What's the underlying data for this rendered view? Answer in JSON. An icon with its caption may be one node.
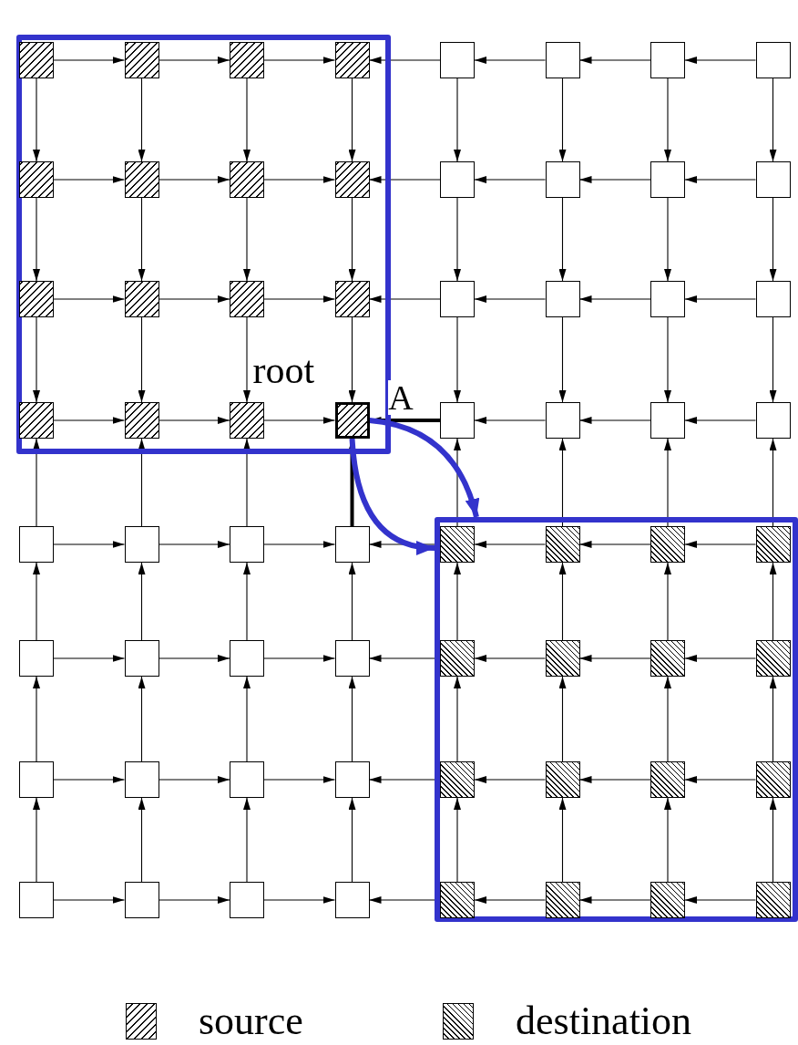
{
  "diagram": {
    "nodes": [
      {
        "text": [],
        "shape": "box"
      },
      {
        "text": [],
        "shape": "box"
      },
      {
        "text": [],
        "shape": "box",
        "in": 0
      },
      {
        "text": [],
        "shape": "box",
        "in": 0
      },
      {
        "text": [],
        "shape": "box",
        "in": 0
      },
      {
        "text": [],
        "shape": "box",
        "in": 0
      },
      {
        "text": [],
        "shape": "box"
      },
      {
        "text": [],
        "shape": "box"
      },
      {
        "text": [],
        "shape": "box"
      },
      {
        "text": [],
        "shape": "box"
      },
      {
        "text": [],
        "shape": "box",
        "in": 0
      },
      {
        "text": [],
        "shape": "box",
        "in": 0
      },
      {
        "text": [],
        "shape": "box",
        "in": 0
      },
      {
        "text": [],
        "shape": "box",
        "in": 0
      },
      {
        "text": [],
        "shape": "box"
      },
      {
        "text": [],
        "shape": "box"
      },
      {
        "text": [],
        "shape": "box"
      },
      {
        "text": [],
        "shape": "box"
      },
      {
        "text": [],
        "shape": "box",
        "in": 0
      },
      {
        "text": [],
        "shape": "box",
        "in": 0
      },
      {
        "text": [],
        "shape": "box",
        "in": 0
      },
      {
        "text": [],
        "shape": "box",
        "in": 0
      },
      {
        "text": [],
        "shape": "box"
      },
      {
        "text": [],
        "shape": "box"
      },
      {
        "text": [],
        "shape": "box"
      },
      {
        "text": [],
        "shape": "box"
      },
      {
        "text": [],
        "shape": "box",
        "in": 0
      },
      {
        "text": [],
        "shape": "box",
        "in": 0
      },
      {
        "text": [],
        "shape": "box",
        "in": 0
      },
      {
        "text": [],
        "shape": "box",
        "in": 0,
        "beside": [
          "root"
        ]
      },
      {
        "text": [],
        "shape": "box"
      },
      {
        "text": [],
        "shape": "box"
      },
      {
        "text": [],
        "shape": "box"
      },
      {
        "text": [],
        "shape": "box"
      },
      {
        "text": [],
        "shape": "box"
      },
      {
        "text": [],
        "shape": "box"
      },
      {
        "text": [],
        "shape": "box"
      },
      {
        "text": [],
        "shape": "box"
      },
      {
        "text": [],
        "shape": "box",
        "in": 1
      },
      {
        "text": [],
        "shape": "box",
        "in": 1
      },
      {
        "text": [],
        "shape": "box",
        "in": 1
      },
      {
        "text": [],
        "shape": "box",
        "in": 1
      },
      {
        "text": [],
        "shape": "box"
      },
      {
        "text": [],
        "shape": "box"
      },
      {
        "text": [],
        "shape": "box"
      },
      {
        "text": [],
        "shape": "box"
      },
      {
        "text": [],
        "shape": "box",
        "in": 1
      },
      {
        "text": [],
        "shape": "box",
        "in": 1
      },
      {
        "text": [],
        "shape": "box",
        "in": 1
      },
      {
        "text": [],
        "shape": "box",
        "in": 1
      },
      {
        "text": [],
        "shape": "box"
      },
      {
        "text": [],
        "shape": "box"
      },
      {
        "text": [],
        "shape": "box"
      },
      {
        "text": [],
        "shape": "box"
      },
      {
        "text": [],
        "shape": "box",
        "in": 1
      },
      {
        "text": [],
        "shape": "box",
        "in": 1
      },
      {
        "text": [],
        "shape": "box",
        "in": 1
      },
      {
        "text": [],
        "shape": "box",
        "in": 1
      },
      {
        "text": [],
        "shape": "box"
      },
      {
        "text": [],
        "shape": "box"
      },
      {
        "text": [],
        "shape": "box"
      },
      {
        "text": [],
        "shape": "box"
      },
      {
        "text": [],
        "shape": "box",
        "in": 1
      },
      {
        "text": [],
        "shape": "box",
        "in": 1
      },
      {
        "text": [],
        "shape": "box",
        "in": 1
      },
      {
        "text": [],
        "shape": "box",
        "in": 1
      }
    ],
    "edges": [
      {
        "from": 2,
        "to": 3,
        "arrow": "to"
      },
      {
        "from": 3,
        "to": 4,
        "arrow": "to"
      },
      {
        "from": 4,
        "to": 5,
        "arrow": "to"
      },
      {
        "from": 6,
        "to": 5,
        "arrow": "to"
      },
      {
        "from": 7,
        "to": 6,
        "arrow": "to"
      },
      {
        "from": 8,
        "to": 7,
        "arrow": "to"
      },
      {
        "from": 9,
        "to": 8,
        "arrow": "to"
      },
      {
        "from": 10,
        "to": 11,
        "arrow": "to"
      },
      {
        "from": 11,
        "to": 12,
        "arrow": "to"
      },
      {
        "from": 12,
        "to": 13,
        "arrow": "to"
      },
      {
        "from": 14,
        "to": 13,
        "arrow": "to"
      },
      {
        "from": 15,
        "to": 14,
        "arrow": "to"
      },
      {
        "from": 16,
        "to": 15,
        "arrow": "to"
      },
      {
        "from": 17,
        "to": 16,
        "arrow": "to"
      },
      {
        "from": 18,
        "to": 19,
        "arrow": "to"
      },
      {
        "from": 19,
        "to": 20,
        "arrow": "to"
      },
      {
        "from": 20,
        "to": 21,
        "arrow": "to"
      },
      {
        "from": 22,
        "to": 21,
        "arrow": "to"
      },
      {
        "from": 23,
        "to": 22,
        "arrow": "to"
      },
      {
        "from": 24,
        "to": 23,
        "arrow": "to"
      },
      {
        "from": 25,
        "to": 24,
        "arrow": "to"
      },
      {
        "from": 26,
        "to": 27,
        "arrow": "to"
      },
      {
        "from": 27,
        "to": 28,
        "arrow": "to"
      },
      {
        "from": 28,
        "to": 29,
        "arrow": "to"
      },
      {
        "from": 30,
        "to": 29,
        "arrow": "to",
        "label": "A",
        "style": "thick"
      },
      {
        "from": 31,
        "to": 30,
        "arrow": "to"
      },
      {
        "from": 32,
        "to": 31,
        "arrow": "to"
      },
      {
        "from": 33,
        "to": 32,
        "arrow": "to"
      },
      {
        "from": 34,
        "to": 35,
        "arrow": "to"
      },
      {
        "from": 35,
        "to": 36,
        "arrow": "to"
      },
      {
        "from": 36,
        "to": 37,
        "arrow": "to"
      },
      {
        "from": 38,
        "to": 37,
        "arrow": "to"
      },
      {
        "from": 39,
        "to": 38,
        "arrow": "to"
      },
      {
        "from": 40,
        "to": 39,
        "arrow": "to"
      },
      {
        "from": 41,
        "to": 40,
        "arrow": "to"
      },
      {
        "from": 42,
        "to": 43,
        "arrow": "to"
      },
      {
        "from": 43,
        "to": 44,
        "arrow": "to"
      },
      {
        "from": 44,
        "to": 45,
        "arrow": "to"
      },
      {
        "from": 46,
        "to": 45,
        "arrow": "to"
      },
      {
        "from": 47,
        "to": 46,
        "arrow": "to"
      },
      {
        "from": 48,
        "to": 47,
        "arrow": "to"
      },
      {
        "from": 49,
        "to": 48,
        "arrow": "to"
      },
      {
        "from": 50,
        "to": 51,
        "arrow": "to"
      },
      {
        "from": 51,
        "to": 52,
        "arrow": "to"
      },
      {
        "from": 52,
        "to": 53,
        "arrow": "to"
      },
      {
        "from": 54,
        "to": 53,
        "arrow": "to"
      },
      {
        "from": 55,
        "to": 54,
        "arrow": "to"
      },
      {
        "from": 56,
        "to": 55,
        "arrow": "to"
      },
      {
        "from": 57,
        "to": 56,
        "arrow": "to"
      },
      {
        "from": 58,
        "to": 59,
        "arrow": "to"
      },
      {
        "from": 59,
        "to": 60,
        "arrow": "to"
      },
      {
        "from": 60,
        "to": 61,
        "arrow": "to"
      },
      {
        "from": 62,
        "to": 61,
        "arrow": "to"
      },
      {
        "from": 63,
        "to": 62,
        "arrow": "to"
      },
      {
        "from": 64,
        "to": 63,
        "arrow": "to"
      },
      {
        "from": 65,
        "to": 64,
        "arrow": "to"
      },
      {
        "from": 2,
        "to": 10,
        "arrow": "to"
      },
      {
        "from": 10,
        "to": 18,
        "arrow": "to"
      },
      {
        "from": 18,
        "to": 26,
        "arrow": "to"
      },
      {
        "from": 34,
        "to": 26,
        "arrow": "to"
      },
      {
        "from": 42,
        "to": 34,
        "arrow": "to"
      },
      {
        "from": 50,
        "to": 42,
        "arrow": "to"
      },
      {
        "from": 58,
        "to": 50,
        "arrow": "to"
      },
      {
        "from": 3,
        "to": 11,
        "arrow": "to"
      },
      {
        "from": 11,
        "to": 19,
        "arrow": "to"
      },
      {
        "from": 19,
        "to": 27,
        "arrow": "to"
      },
      {
        "from": 35,
        "to": 27,
        "arrow": "to"
      },
      {
        "from": 43,
        "to": 35,
        "arrow": "to"
      },
      {
        "from": 51,
        "to": 43,
        "arrow": "to"
      },
      {
        "from": 59,
        "to": 51,
        "arrow": "to"
      },
      {
        "from": 4,
        "to": 12,
        "arrow": "to"
      },
      {
        "from": 12,
        "to": 20,
        "arrow": "to"
      },
      {
        "from": 20,
        "to": 28,
        "arrow": "to"
      },
      {
        "from": 36,
        "to": 28,
        "arrow": "to"
      },
      {
        "from": 44,
        "to": 36,
        "arrow": "to"
      },
      {
        "from": 52,
        "to": 44,
        "arrow": "to"
      },
      {
        "from": 60,
        "to": 52,
        "arrow": "to"
      },
      {
        "from": 5,
        "to": 13,
        "arrow": "to"
      },
      {
        "from": 13,
        "to": 21,
        "arrow": "to"
      },
      {
        "from": 21,
        "to": 29,
        "arrow": "to"
      },
      {
        "from": 37,
        "to": 29,
        "arrow": "to",
        "style": "thick"
      },
      {
        "from": 45,
        "to": 37,
        "arrow": "to"
      },
      {
        "from": 53,
        "to": 45,
        "arrow": "to"
      },
      {
        "from": 61,
        "to": 53,
        "arrow": "to"
      },
      {
        "from": 6,
        "to": 14,
        "arrow": "to"
      },
      {
        "from": 14,
        "to": 22,
        "arrow": "to"
      },
      {
        "from": 22,
        "to": 30,
        "arrow": "to"
      },
      {
        "from": 38,
        "to": 30,
        "arrow": "to"
      },
      {
        "from": 46,
        "to": 38,
        "arrow": "to"
      },
      {
        "from": 54,
        "to": 46,
        "arrow": "to"
      },
      {
        "from": 62,
        "to": 54,
        "arrow": "to"
      },
      {
        "from": 7,
        "to": 15,
        "arrow": "to"
      },
      {
        "from": 15,
        "to": 23,
        "arrow": "to"
      },
      {
        "from": 23,
        "to": 31,
        "arrow": "to"
      },
      {
        "from": 39,
        "to": 31,
        "arrow": "to"
      },
      {
        "from": 47,
        "to": 39,
        "arrow": "to"
      },
      {
        "from": 55,
        "to": 47,
        "arrow": "to"
      },
      {
        "from": 63,
        "to": 55,
        "arrow": "to"
      },
      {
        "from": 8,
        "to": 16,
        "arrow": "to"
      },
      {
        "from": 16,
        "to": 24,
        "arrow": "to"
      },
      {
        "from": 24,
        "to": 32,
        "arrow": "to"
      },
      {
        "from": 40,
        "to": 32,
        "arrow": "to"
      },
      {
        "from": 48,
        "to": 40,
        "arrow": "to"
      },
      {
        "from": 56,
        "to": 48,
        "arrow": "to"
      },
      {
        "from": 64,
        "to": 56,
        "arrow": "to"
      },
      {
        "from": 9,
        "to": 17,
        "arrow": "to"
      },
      {
        "from": 17,
        "to": 25,
        "arrow": "to"
      },
      {
        "from": 25,
        "to": 33,
        "arrow": "to"
      },
      {
        "from": 41,
        "to": 33,
        "arrow": "to"
      },
      {
        "from": 49,
        "to": 41,
        "arrow": "to"
      },
      {
        "from": 57,
        "to": 49,
        "arrow": "to"
      },
      {
        "from": 65,
        "to": 57,
        "arrow": "to"
      },
      {
        "from": 29,
        "to": 1,
        "arrow": "to",
        "style": "thick",
        "color": "#3333cc"
      },
      {
        "from": 29,
        "to": 1,
        "arrow": "to",
        "style": "thick",
        "color": "#3333cc"
      }
    ],
    "legend": [
      {
        "text": "source"
      },
      {
        "text": "destination"
      }
    ]
  }
}
